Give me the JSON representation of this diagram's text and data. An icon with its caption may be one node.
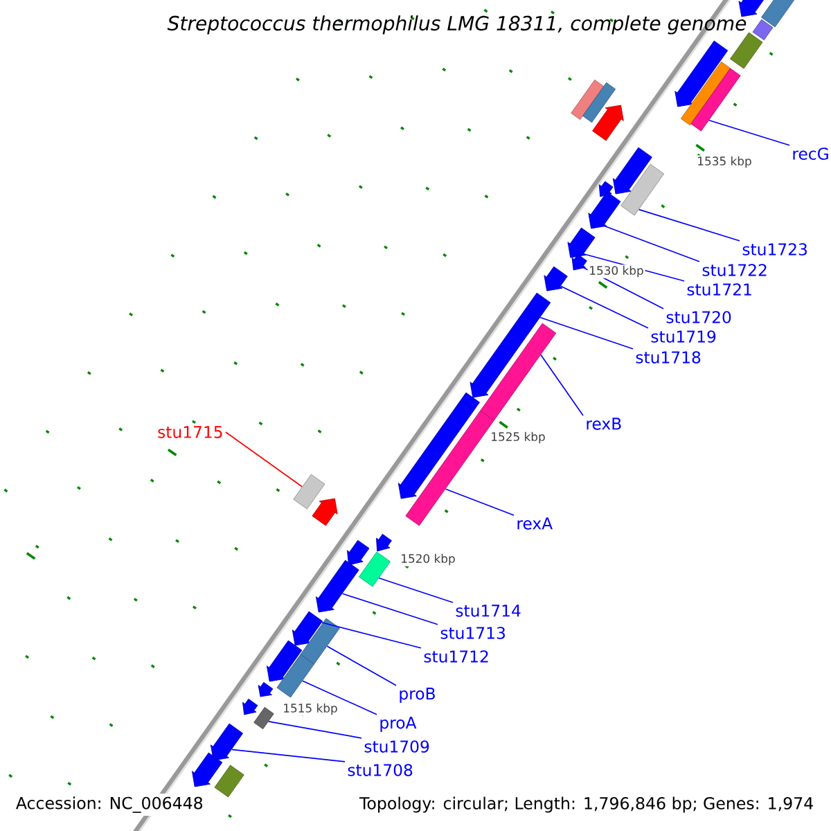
{
  "diagram": {
    "title": "Streptococcus thermophilus LMG 18311, complete genome",
    "nodes": [
      {
        "text": [
          "recG"
        ]
      },
      {
        "text": [
          "stu1723"
        ]
      },
      {
        "text": [
          "stu1722"
        ]
      },
      {
        "text": [
          "stu1721"
        ]
      },
      {
        "text": [
          "stu1720"
        ]
      },
      {
        "text": [
          "stu1719"
        ]
      },
      {
        "text": [
          "stu1718"
        ]
      },
      {
        "text": [
          "rexB"
        ]
      },
      {
        "text": [
          "stu1715"
        ]
      },
      {
        "text": [
          "rexA"
        ]
      },
      {
        "text": [
          "stu1714"
        ]
      },
      {
        "text": [
          "stu1713"
        ]
      },
      {
        "text": [
          "stu1712"
        ]
      },
      {
        "text": [
          "proB"
        ]
      },
      {
        "text": [
          "proA"
        ]
      },
      {
        "text": [
          "stu1709"
        ]
      },
      {
        "text": [
          "stu1708"
        ]
      },
      {
        "text": [],
        "shape": "box"
      },
      {
        "text": [],
        "shape": "pentagon"
      },
      {
        "text": [],
        "shape": "box"
      },
      {
        "text": [],
        "shape": "box"
      },
      {
        "text": [],
        "shape": "pentagon"
      },
      {
        "text": [],
        "shape": "box"
      },
      {
        "text": [],
        "shape": "box"
      },
      {
        "text": [],
        "shape": "box"
      },
      {
        "text": [],
        "shape": "box"
      },
      {
        "text": [],
        "shape": "pentagon"
      },
      {
        "text": [],
        "shape": "pentagon"
      },
      {
        "text": [],
        "shape": "box"
      },
      {
        "text": [],
        "shape": "pentagon"
      },
      {
        "text": [],
        "shape": "pentagon"
      },
      {
        "text": [],
        "shape": "pentagon"
      },
      {
        "text": [],
        "shape": "pentagon"
      },
      {
        "text": [],
        "shape": "pentagon"
      },
      {
        "text": [],
        "shape": "pentagon"
      },
      {
        "text": [],
        "shape": "box"
      },
      {
        "text": [],
        "shape": "pentagon"
      },
      {
        "text": [],
        "shape": "box"
      },
      {
        "text": [],
        "shape": "box"
      },
      {
        "text": [],
        "shape": "pentagon"
      },
      {
        "text": [],
        "shape": "pentagon"
      },
      {
        "text": [],
        "shape": "pentagon"
      },
      {
        "text": [],
        "shape": "box"
      },
      {
        "text": [],
        "shape": "pentagon"
      },
      {
        "text": [],
        "shape": "pentagon"
      },
      {
        "text": [],
        "shape": "box"
      },
      {
        "text": [],
        "shape": "pentagon"
      },
      {
        "text": [],
        "shape": "box"
      },
      {
        "text": [],
        "shape": "pentagon"
      },
      {
        "text": [],
        "shape": "pentagon"
      },
      {
        "text": [],
        "shape": "box"
      },
      {
        "text": [],
        "shape": "pentagon"
      },
      {
        "text": [],
        "shape": "pentagon"
      },
      {
        "text": [],
        "shape": "box"
      }
    ],
    "edges": [
      {
        "from": 0,
        "to": 23,
        "arrow": "none"
      },
      {
        "from": 1,
        "to": 28,
        "arrow": "none"
      },
      {
        "from": 2,
        "to": 30,
        "arrow": "none"
      },
      {
        "from": 3,
        "to": 31,
        "arrow": "none"
      },
      {
        "from": 4,
        "to": 32,
        "arrow": "none"
      },
      {
        "from": 5,
        "to": 33,
        "arrow": "none"
      },
      {
        "from": 6,
        "to": 34,
        "arrow": "none"
      },
      {
        "from": 7,
        "to": 35,
        "arrow": "none"
      },
      {
        "from": 8,
        "to": 38,
        "arrow": "none",
        "color": "#ff0000"
      },
      {
        "from": 9,
        "to": 37,
        "arrow": "none"
      },
      {
        "from": 10,
        "to": 42,
        "arrow": "none"
      },
      {
        "from": 11,
        "to": 43,
        "arrow": "none"
      },
      {
        "from": 12,
        "to": 44,
        "arrow": "none"
      },
      {
        "from": 13,
        "to": 45,
        "arrow": "none"
      },
      {
        "from": 14,
        "to": 47,
        "arrow": "none"
      },
      {
        "from": 15,
        "to": 50,
        "arrow": "none"
      },
      {
        "from": 16,
        "to": 51,
        "arrow": "none"
      }
    ],
    "labels": [
      "1535 kbp",
      "1530 kbp",
      "1525 kbp",
      "1520 kbp",
      "1515 kbp",
      "Accession: NC_006448",
      "Topology: circular; Length: 1,796,846 bp; Genes: 1,974"
    ]
  }
}
